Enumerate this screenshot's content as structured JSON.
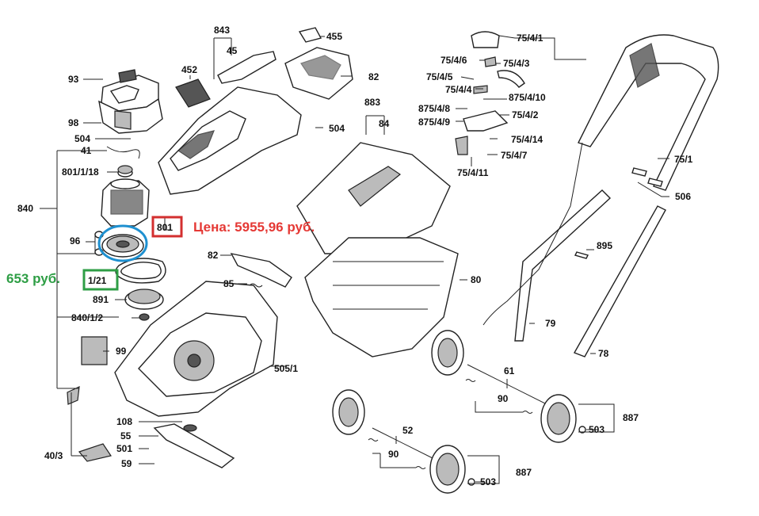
{
  "colors": {
    "price_red": "#e53935",
    "price_green": "#2e9e45",
    "highlight_red": "#d32f2f",
    "highlight_green": "#2e9e45",
    "highlight_blue": "#1e90d0"
  },
  "prices": {
    "red_text": "Цена: 5955,96 руб.",
    "green_text": "653 руб."
  },
  "highlighted_parts": {
    "red_box": "801",
    "green_box": "1/21"
  },
  "labels": {
    "l843": "843",
    "l45": "45",
    "l455": "455",
    "l452": "452",
    "l93": "93",
    "l82a": "82",
    "l98": "98",
    "l504a": "504",
    "l504b": "504",
    "l41": "41",
    "l801_18": "801/1/18",
    "l840": "840",
    "l96": "96",
    "l891": "891",
    "l840_1_2": "840/1/2",
    "l99": "99",
    "l40_3": "40/3",
    "l108": "108",
    "l55": "55",
    "l501": "501",
    "l59": "59",
    "l82b": "82",
    "l85": "85",
    "l505_1": "505/1",
    "l883": "883",
    "l84": "84",
    "l80": "80",
    "l61": "61",
    "l90a": "90",
    "l90b": "90",
    "l52": "52",
    "l887a": "887",
    "l887b": "887",
    "l503a": "503",
    "l503b": "503",
    "l79": "79",
    "l78": "78",
    "l895": "895",
    "l506": "506",
    "l75_1": "75/1",
    "l75_4_1": "75/4/1",
    "l75_4_6": "75/4/6",
    "l75_4_3": "75/4/3",
    "l75_4_5": "75/4/5",
    "l75_4_4": "75/4/4",
    "l875_4_10": "875/4/10",
    "l875_4_8": "875/4/8",
    "l875_4_9": "875/4/9",
    "l75_4_2": "75/4/2",
    "l75_4_14": "75/4/14",
    "l75_4_7": "75/4/7",
    "l75_4_11": "75/4/11"
  }
}
